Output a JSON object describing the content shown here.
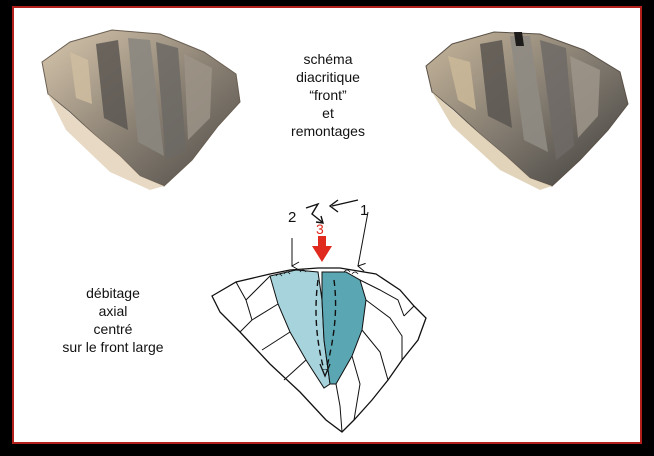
{
  "caption_top": {
    "line1": "schéma",
    "line2": "diacritique",
    "line3": "“front”",
    "line4": "et",
    "line5": "remontages"
  },
  "caption_left": {
    "line1": "débitage",
    "line2": "axial",
    "line3": "centré",
    "line4": "sur le front large"
  },
  "sequence_labels": {
    "step1": "1",
    "step2": "2",
    "step3": "3"
  },
  "colors": {
    "frame": "#b3201b",
    "highlight_arrow": "#e02a1e",
    "removal_light": "#a7d3dc",
    "removal_dark": "#5ba6b3"
  }
}
